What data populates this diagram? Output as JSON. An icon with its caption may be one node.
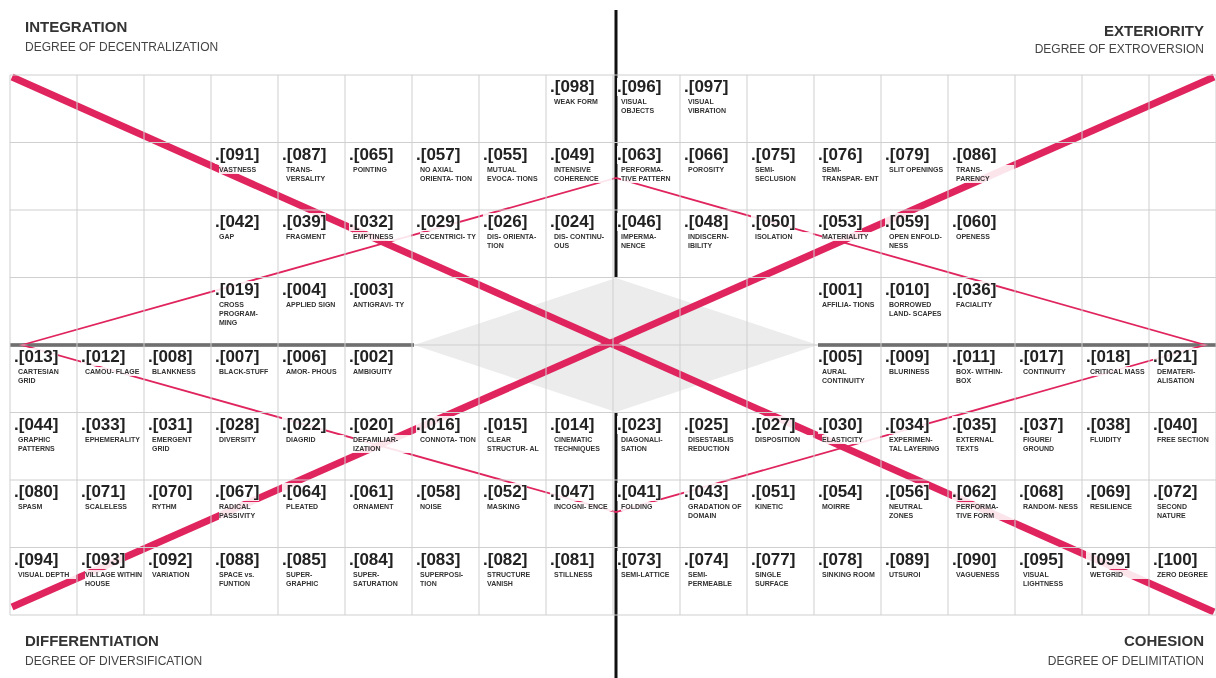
{
  "diagram": {
    "labels": [
      "INTEGRATION",
      "DEGREE OF DECENTRALIZATION",
      "EXTERIORITY",
      "DEGREE OF EXTROVERSION",
      ".[098]",
      "WEAK FORM",
      ".[096]",
      "VISUAL OBJECTS",
      ".[097]",
      "VISUAL VIBRATION",
      ".[091]",
      "VASTNESS",
      ".[087]",
      "TRANS- VERSALITY",
      ".[065]",
      "POINTING",
      ".[057]",
      "NO AXIAL ORIENTA- TION",
      ".[055]",
      "MUTUAL EVOCA- TIONS",
      ".[049]",
      "INTENSIVE COHERENCE",
      ".[063]",
      "PERFORMA- TIVE PATTERN",
      ".[066]",
      "POROSITY",
      ".[075]",
      "SEMI- SECLUSION",
      ".[076]",
      "SEMI- TRANSPAR- ENT",
      ".[079]",
      "SLIT OPENINGS",
      ".[086]",
      "TRANS- PARENCY",
      ".[042]",
      "GAP",
      ".[039]",
      "FRAGMENT",
      ".[032]",
      "EMPTINESS",
      ".[029]",
      "ECCENTRICI- TY",
      ".[026]",
      "DIS- ORIENTA- TION",
      ".[024]",
      "DIS- CONTINU- OUS",
      ".[046]",
      "IMPERMA- NENCE",
      ".[048]",
      "INDISCERN- IBILITY",
      ".[050]",
      "ISOLATION",
      ".[053]",
      "MATERIALITY",
      ".[059]",
      "OPEN ENFOLD- NESS",
      ".[060]",
      "OPENESS",
      ".[019]",
      "CROSS PROGRAM- MING",
      ".[004]",
      "APPLIED SIGN",
      ".[003]",
      "ANTIGRAVI- TY",
      ".[001]",
      "AFFILIA- TIONS",
      ".[010]",
      "BORROWED LAND- SCAPES",
      ".[036]",
      "FACIALITY",
      ".[013]",
      "CARTESIAN GRID",
      ".[012]",
      "CAMOU- FLAGE",
      ".[008]",
      "BLANKNESS",
      ".[007]",
      "BLACK-STUFF",
      ".[006]",
      "AMOR- PHOUS",
      ".[002]",
      "AMBIGUITY",
      ".[005]",
      "AURAL CONTINUITY",
      ".[009]",
      "BLURINESS",
      ".[011]",
      "BOX- WITHIN-BOX",
      ".[017]",
      "CONTINUITY",
      ".[018]",
      "CRITICAL MASS",
      ".[021]",
      "DEMATERI- ALISATION",
      ".[044]",
      "GRAPHIC PATTERNS",
      ".[033]",
      "EPHEMERALITY",
      ".[031]",
      "EMERGENT GRID",
      ".[028]",
      "DIVERSITY",
      ".[022]",
      "DIAGRID",
      ".[020]",
      "DEFAMILIAR- IZATION",
      ".[016]",
      "CONNOTA- TION",
      ".[015]",
      "CLEAR STRUCTUR- AL",
      ".[014]",
      "CINEMATIC TECHNIQUES",
      ".[023]",
      "DIAGONALI- SATION",
      ".[025]",
      "DISESTABLIS REDUCTION",
      ".[027]",
      "DISPOSITION",
      ".[030]",
      "ELASTICITY",
      ".[034]",
      "EXPERIMEN- TAL LAYERING",
      ".[035]",
      "EXTERNAL TEXTS",
      ".[037]",
      "FIGURE/ GROUND",
      ".[038]",
      "FLUIDITY",
      ".[040]",
      "FREE SECTION",
      ".[080]",
      "SPASM",
      ".[071]",
      "SCALELESS",
      ".[070]",
      "RYTHM",
      ".[067]",
      "RADICAL PASSIVITY",
      ".[064]",
      "PLEATED",
      ".[061]",
      "ORNAMENT",
      ".[058]",
      "NOISE",
      ".[052]",
      "MASKING",
      ".[047]",
      "INCOGNI- ENCE",
      ".[041]",
      "FOLDING",
      ".[043]",
      "GRADATION OF DOMAIN",
      ".[051]",
      "KINETIC",
      ".[054]",
      "MOIRRE",
      ".[056]",
      "NEUTRAL ZONES",
      ".[062]",
      "PERFORMA- TIVE FORM",
      ".[068]",
      "RANDOM- NESS",
      ".[069]",
      "RESILIENCE",
      ".[072]",
      "SECOND NATURE",
      ".[094]",
      "VISUAL DEPTH",
      ".[093]",
      "VILLAGE WITHIN HOUSE",
      ".[092]",
      "VARIATION",
      ".[088]",
      "SPACE vs. FUNTION",
      ".[085]",
      "SUPER- GRAPHIC",
      ".[084]",
      "SUPER- SATURATION",
      ".[083]",
      "SUPERPOSI- TION",
      ".[082]",
      "STRUCTURE VANISH",
      ".[081]",
      "STILLNESS",
      ".[073]",
      "SEMI-LATTICE",
      ".[074]",
      "SEMI- PERMEABLE",
      ".[077]",
      "SINGLE SURFACE",
      ".[078]",
      "SINKING ROOM",
      ".[089]",
      "UTSUROI",
      ".[090]",
      "VAGUENESS",
      ".[095]",
      "VISUAL LIGHTNESS",
      ".[099]",
      "WETGRID",
      ".[100]",
      "ZERO DEGREE",
      "DIFFERENTIATION",
      "DEGREE OF DIVERSIFICATION",
      "COHESION",
      "DEGREE OF DELIMITATION"
    ]
  }
}
